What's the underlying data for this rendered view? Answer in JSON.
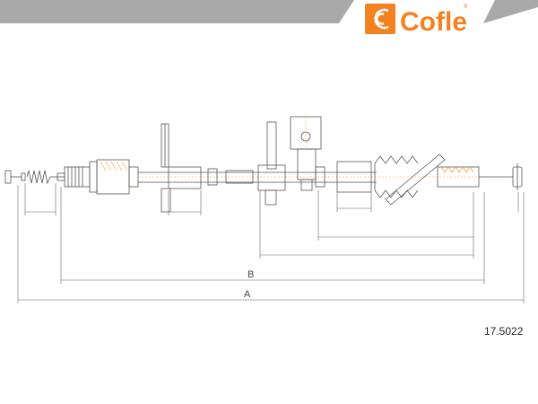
{
  "brand": {
    "name": "Cofle",
    "registered_mark": "®",
    "color": "#f58220"
  },
  "header": {
    "band_color": "#a9a9a9"
  },
  "drawing": {
    "line_color": "#555555",
    "dim_color": "#666666",
    "dim_labels": {
      "b": "B",
      "a": "A"
    }
  },
  "part_number": "17.5022"
}
